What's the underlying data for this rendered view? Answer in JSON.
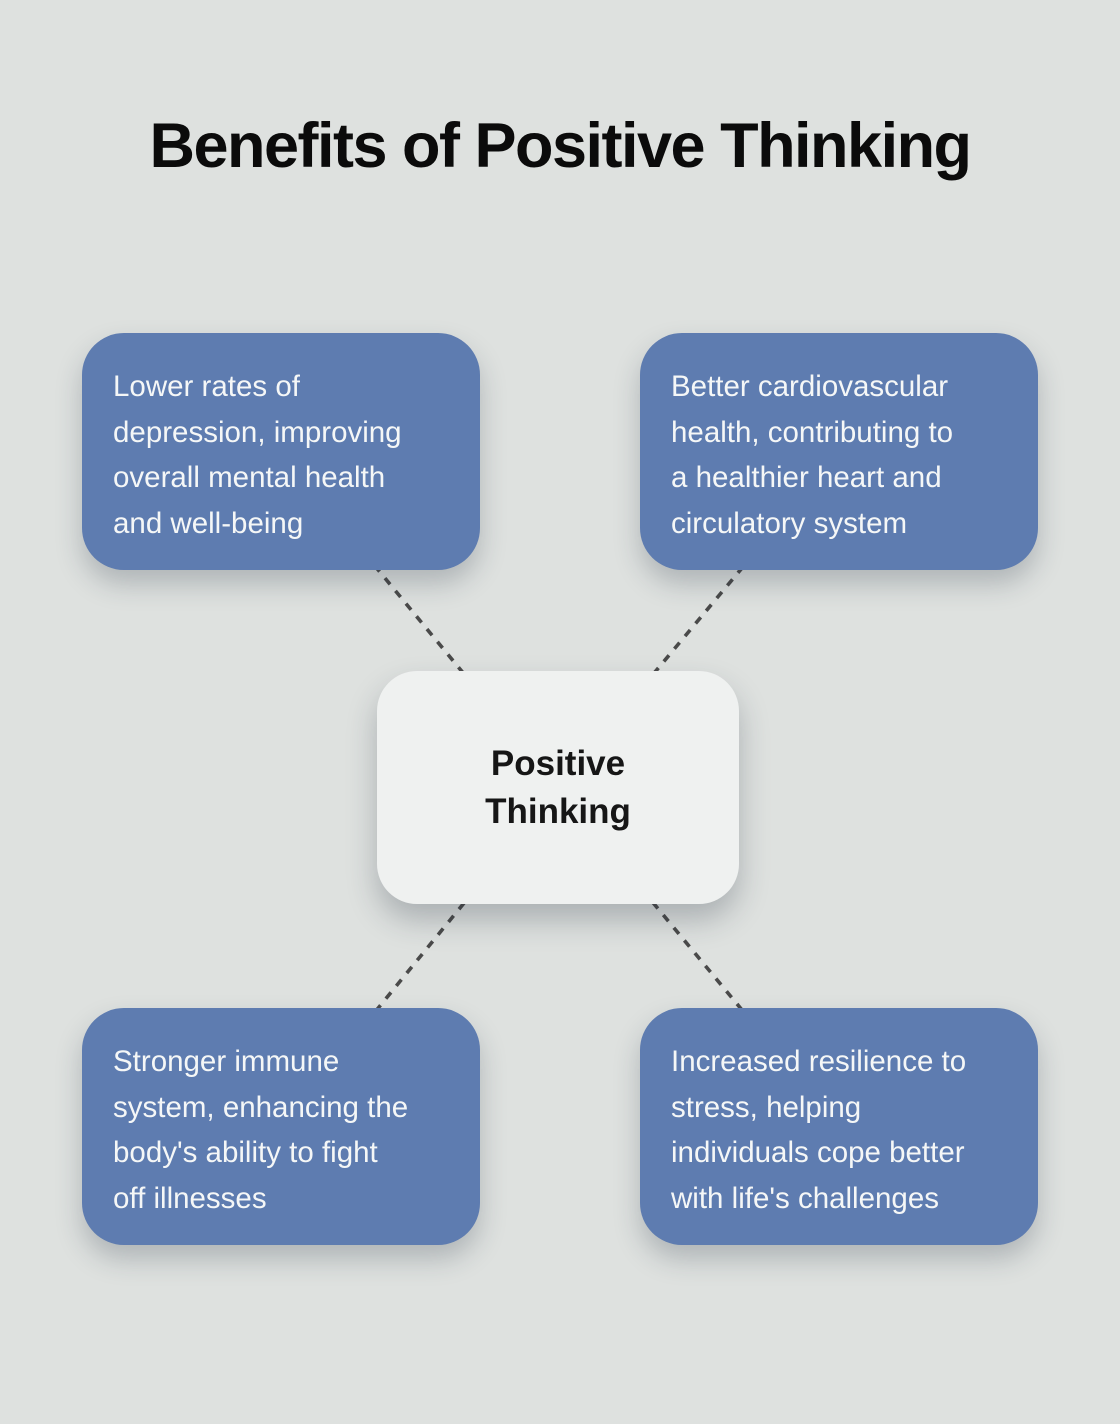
{
  "title": "Benefits of Positive Thinking",
  "center_node": {
    "lines": [
      "Positive",
      "Thinking"
    ]
  },
  "benefits": [
    {
      "position": "top-left",
      "text": "Lower rates of depression, improving overall mental health and well-being",
      "lines": [
        "Lower rates of",
        "depression, improving",
        "overall mental health",
        "and well-being"
      ]
    },
    {
      "position": "top-right",
      "text": "Better cardiovascular health, contributing to a healthier heart and circulatory system",
      "lines": [
        "Better cardiovascular",
        "health, contributing to",
        "a healthier heart and",
        "circulatory system"
      ]
    },
    {
      "position": "bottom-left",
      "text": "Stronger immune system, enhancing the body's ability to fight off illnesses",
      "lines": [
        "Stronger immune",
        "system, enhancing the",
        "body's ability to fight",
        "off illnesses"
      ]
    },
    {
      "position": "bottom-right",
      "text": "Increased resilience to stress, helping individuals cope better with life's challenges",
      "lines": [
        "Increased resilience to",
        "stress, helping",
        "individuals cope better",
        "with life's challenges"
      ]
    }
  ],
  "colors": {
    "background": "#dee1df",
    "node_fill": "#5e7cb0",
    "node_text": "#f5f7f7",
    "center_fill": "#eff1f0",
    "center_text": "#161616",
    "title_text": "#0b0b0b",
    "connector": "#4a4a4a"
  }
}
